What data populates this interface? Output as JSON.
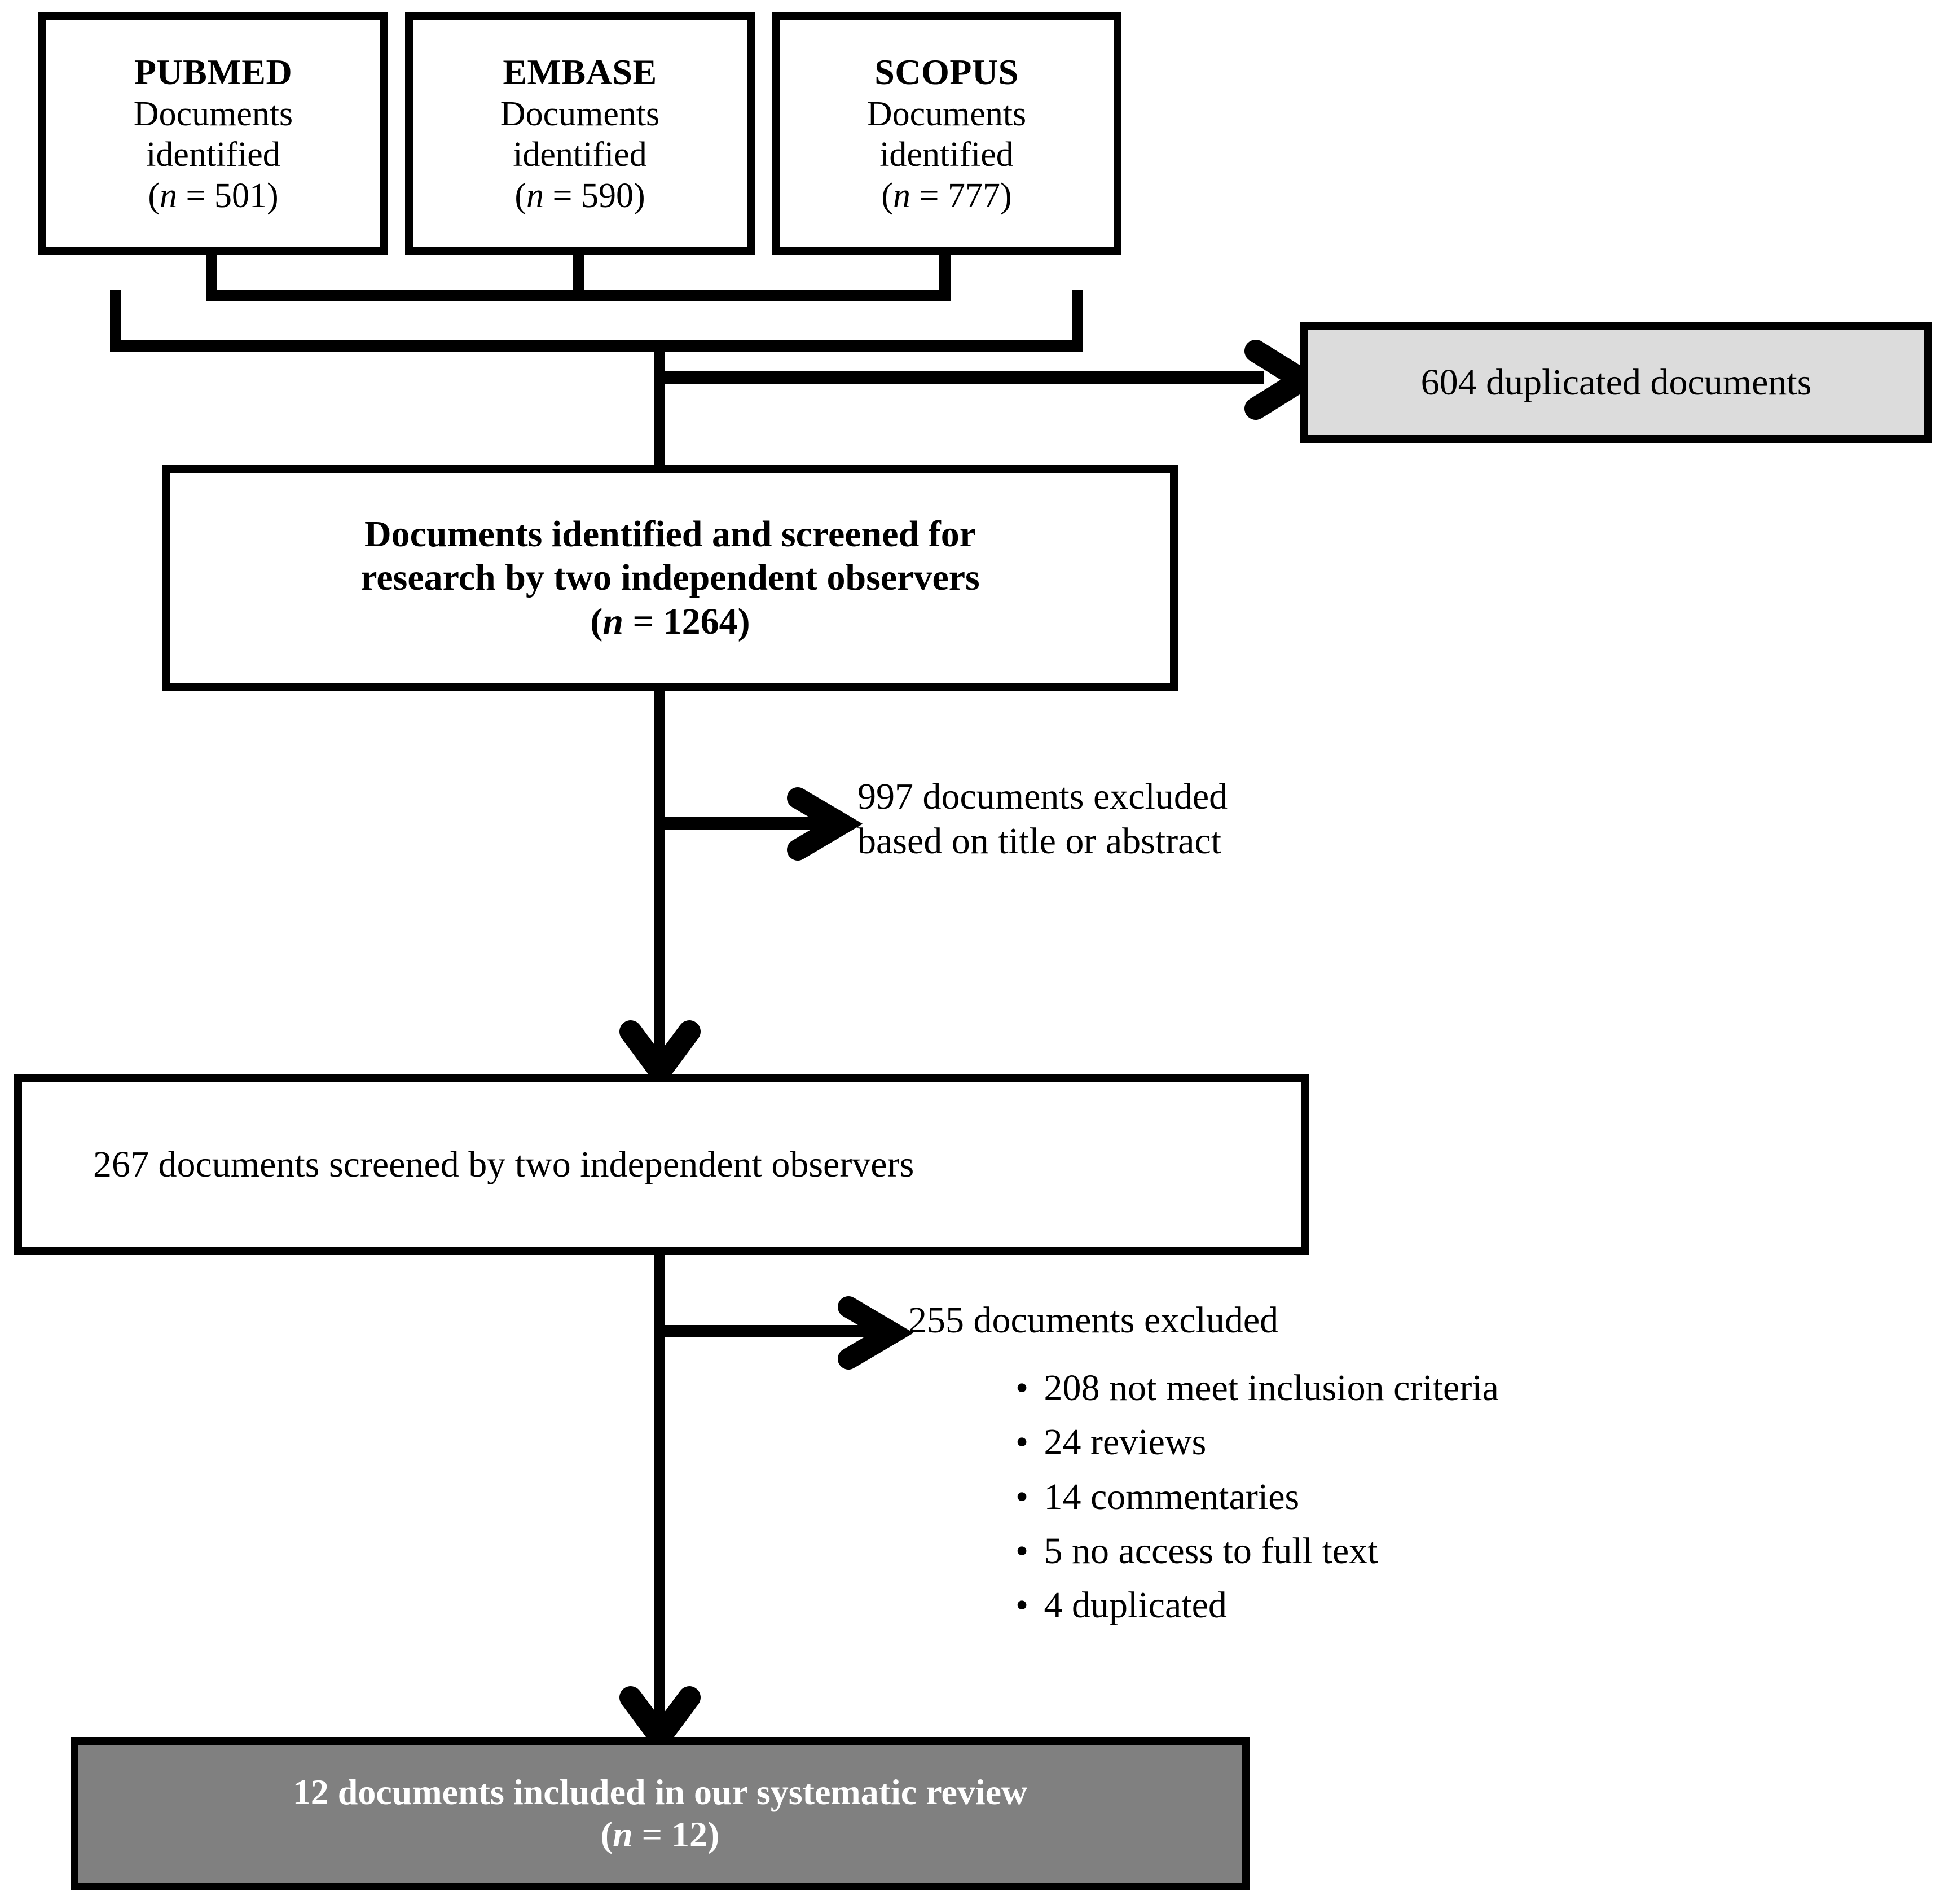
{
  "diagram": {
    "type": "flowchart",
    "title": "PRISMA study selection flow diagram",
    "colors": {
      "stroke": "#000000",
      "page_background": "#ffffff",
      "note_box_fill": "#dcdcdc",
      "included_box_fill": "#808080",
      "included_box_text": "#ffffff"
    }
  },
  "sources": [
    {
      "database": "PUBMED",
      "line2": "Documents",
      "line3": "identified",
      "n_label": "(n = 501)",
      "n_symbol": "n",
      "n_value": 501
    },
    {
      "database": "EMBASE",
      "line2": "Documents",
      "line3": "identified",
      "n_label": "(n = 590)",
      "n_symbol": "n",
      "n_value": 590
    },
    {
      "database": "SCOPUS",
      "line2": "Documents",
      "line3": "identified",
      "n_label": "(n = 777)",
      "n_symbol": "n",
      "n_value": 777
    }
  ],
  "duplicates_note": {
    "text": "604 duplicated documents",
    "count": 604
  },
  "screened_box": {
    "line1": "Documents identified and screened for",
    "line2": "research by two independent observers",
    "n_label": "(n = 1264)",
    "n_symbol": "n",
    "n_value": 1264
  },
  "excluded_title_abstract": {
    "line1": "997  documents  excluded",
    "line2": "based on title or abstract",
    "count": 997
  },
  "screened_full": {
    "text": "267 documents screened by two independent observers",
    "count": 267
  },
  "excluded_full": {
    "heading": "255 documents excluded",
    "count": 255,
    "reasons": [
      {
        "bullet": "•",
        "text": "208 not meet inclusion criteria",
        "count": 208
      },
      {
        "bullet": "•",
        "text": "24 reviews",
        "count": 24
      },
      {
        "bullet": "•",
        "text": "14 commentaries",
        "count": 14
      },
      {
        "bullet": "•",
        "text": "5 no access to full text",
        "count": 5
      },
      {
        "bullet": "•",
        "text": "4 duplicated",
        "count": 4
      }
    ]
  },
  "included_box": {
    "line1": "12 documents included in our systematic review",
    "n_label": "(n = 12)",
    "n_symbol": "n",
    "n_value": 12
  }
}
